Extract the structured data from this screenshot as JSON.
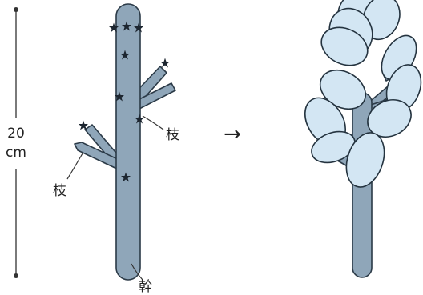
{
  "scale": {
    "value_line1": "20",
    "value_line2": "cm"
  },
  "labels": {
    "branch_right": "枝",
    "branch_left": "枝",
    "trunk": "幹"
  },
  "arrow": "→",
  "colors": {
    "stem_fill": "#8fa6b9",
    "stem_stroke": "#2b3a47",
    "leaf_fill": "#d3e6f3",
    "leaf_stroke": "#24333f",
    "star": "#1d2630",
    "line": "#333333"
  }
}
